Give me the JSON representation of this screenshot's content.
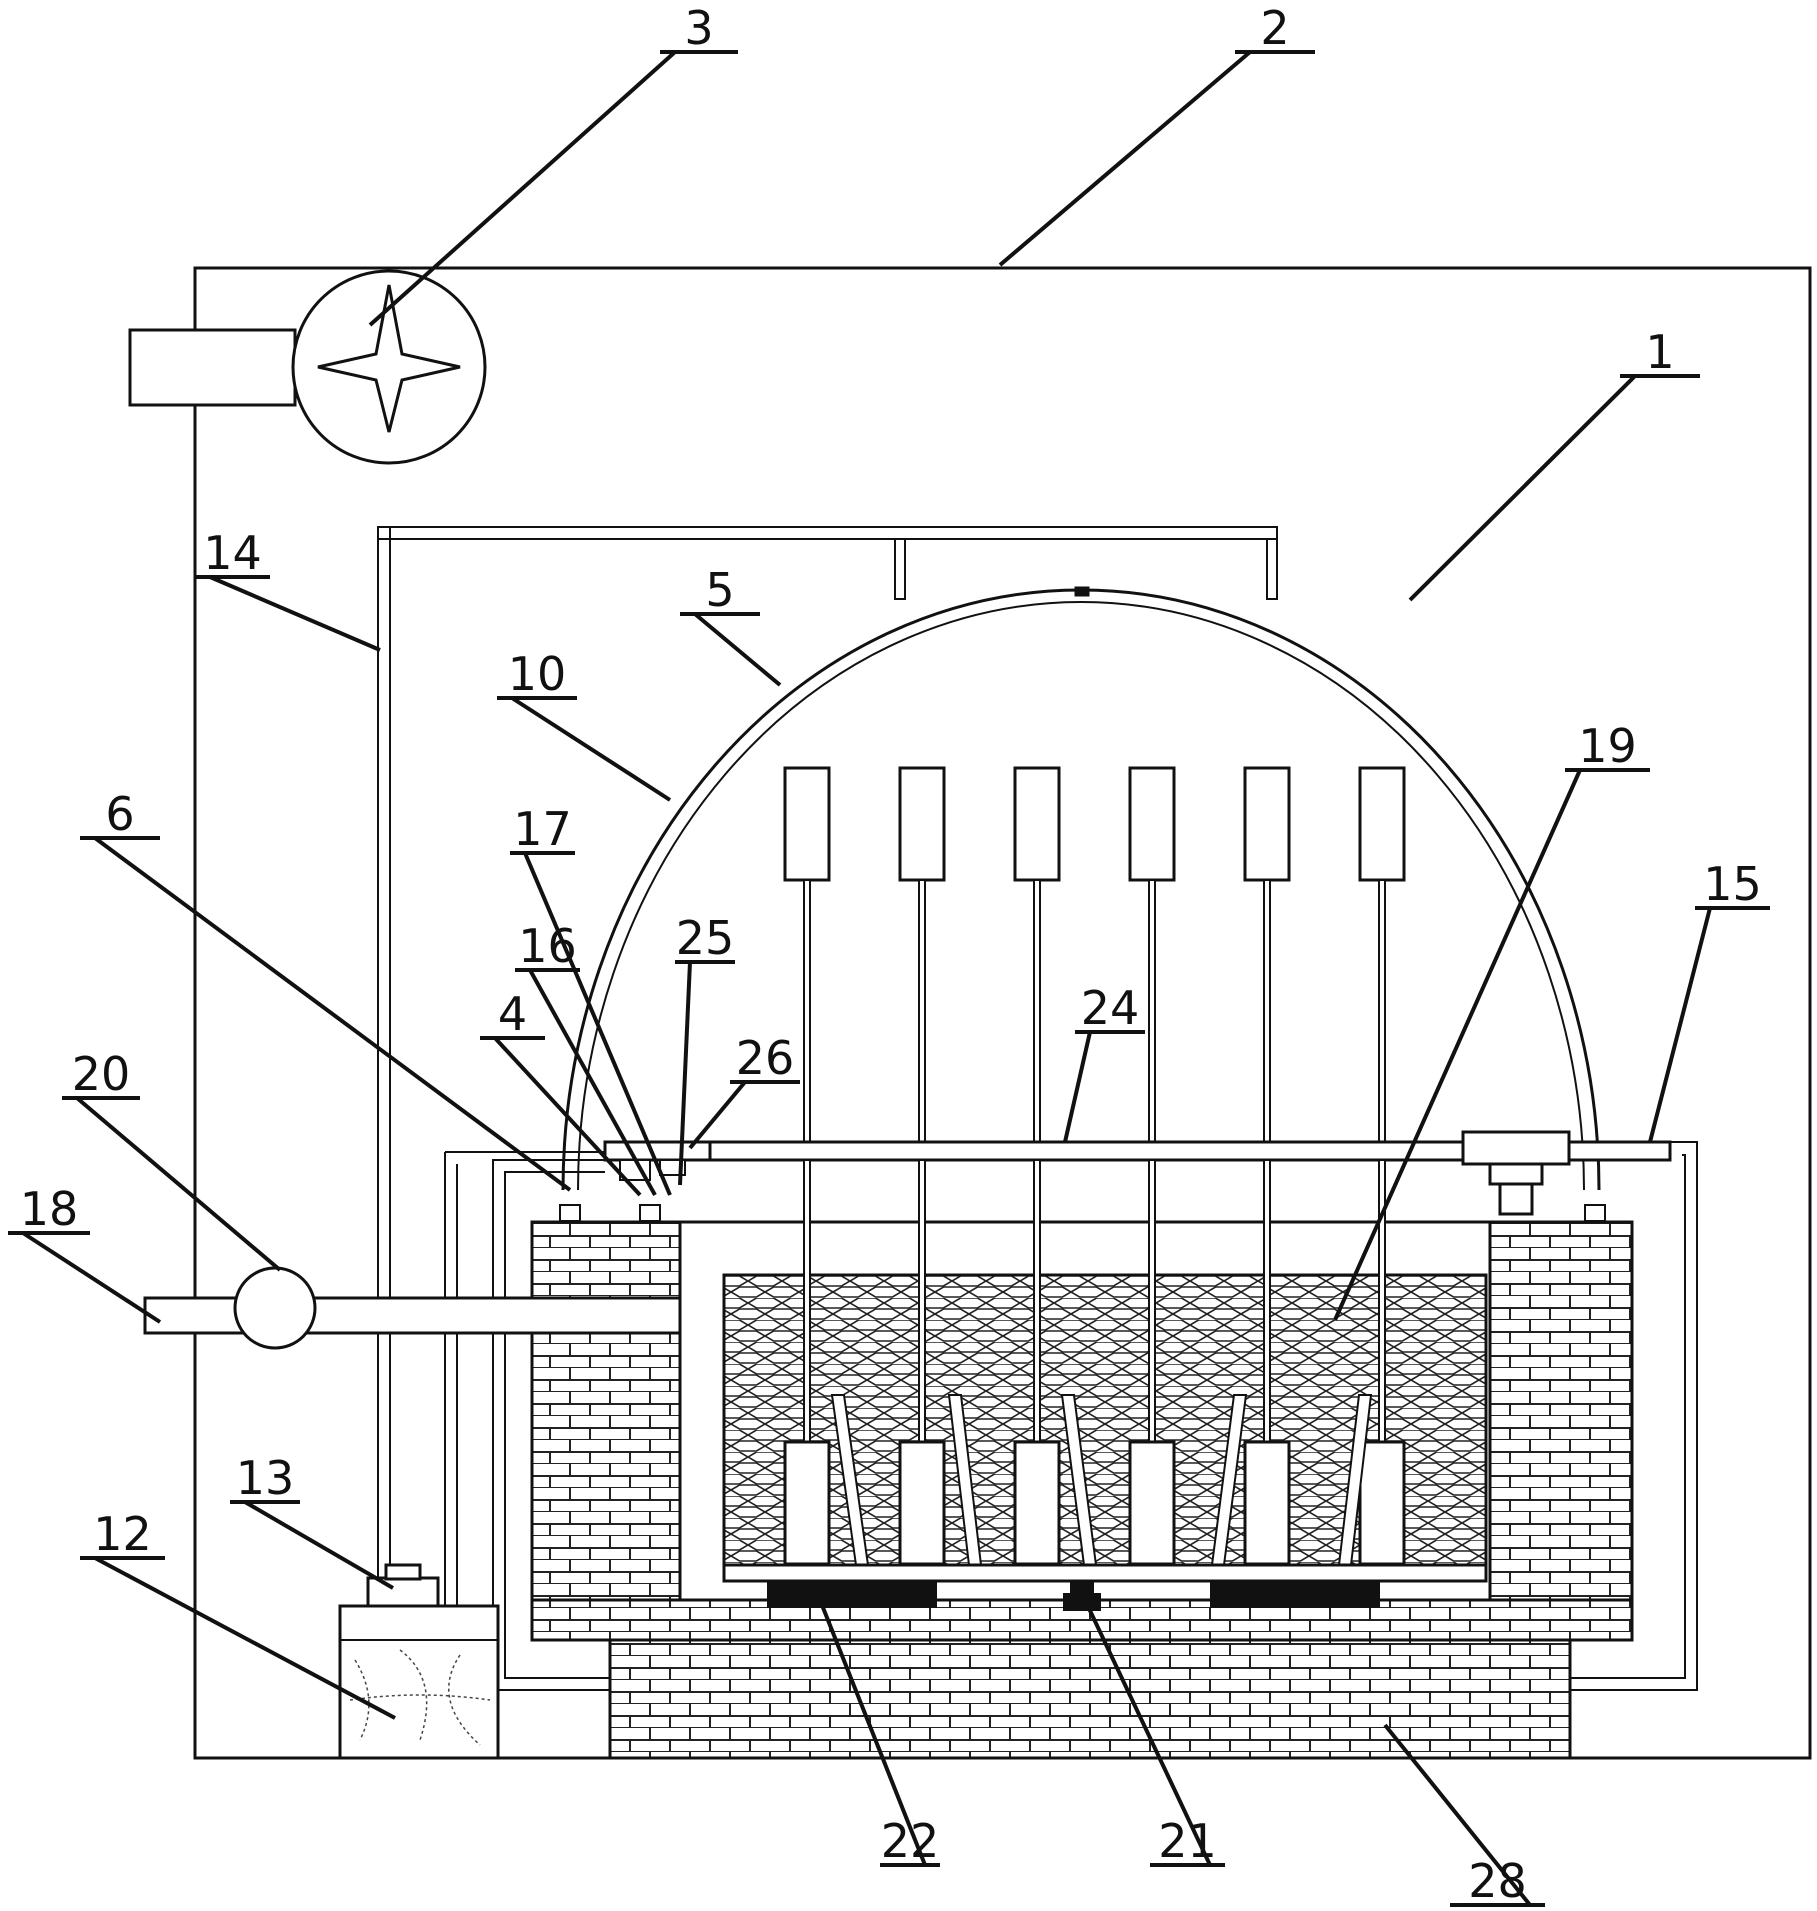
{
  "figure": {
    "labels": [
      {
        "id": "l1",
        "text": "1"
      },
      {
        "id": "l2",
        "text": "2"
      },
      {
        "id": "l3",
        "text": "3"
      },
      {
        "id": "l4",
        "text": "4"
      },
      {
        "id": "l5",
        "text": "5"
      },
      {
        "id": "l6",
        "text": "6"
      },
      {
        "id": "l10",
        "text": "10"
      },
      {
        "id": "l12",
        "text": "12"
      },
      {
        "id": "l13",
        "text": "13"
      },
      {
        "id": "l14",
        "text": "14"
      },
      {
        "id": "l15",
        "text": "15"
      },
      {
        "id": "l16",
        "text": "16"
      },
      {
        "id": "l17",
        "text": "17"
      },
      {
        "id": "l18",
        "text": "18"
      },
      {
        "id": "l19",
        "text": "19"
      },
      {
        "id": "l20",
        "text": "20"
      },
      {
        "id": "l21",
        "text": "21"
      },
      {
        "id": "l22",
        "text": "22"
      },
      {
        "id": "l24",
        "text": "24"
      },
      {
        "id": "l25",
        "text": "25"
      },
      {
        "id": "l26",
        "text": "26"
      },
      {
        "id": "l28",
        "text": "28"
      }
    ]
  }
}
